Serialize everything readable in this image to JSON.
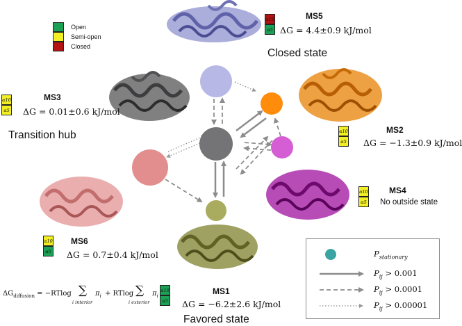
{
  "colors": {
    "open": "#1aa155",
    "semi_open": "#f2ef25",
    "closed": "#b31212",
    "ms5": "#b7b8e6",
    "ms3": "#747476",
    "ms2": "#ff8c0a",
    "ms4": "#d55ed4",
    "ms6": "#e38e8e",
    "ms1": "#a9ab5f",
    "stationary_marker": "#3aa4a2",
    "arrow": "#8c8c8c"
  },
  "openness_legend": {
    "items": [
      {
        "label": "Open",
        "color": "#1aa155"
      },
      {
        "label": "Semi-open",
        "color": "#f2ef25"
      },
      {
        "label": "Closed",
        "color": "#b31212"
      }
    ]
  },
  "helix_labels": {
    "a10": "α10",
    "a5": "α5"
  },
  "states": {
    "ms5": {
      "name": "MS5",
      "energy": "ΔG = 4.4±0.9 kJ/mol",
      "caption": "Closed state",
      "a10_color": "#b31212",
      "a5_color": "#1aa155",
      "protein_color": "#8f92cf"
    },
    "ms3": {
      "name": "MS3",
      "energy": "ΔG = 0.01±0.6 kJ/mol",
      "caption": "Transition hub",
      "a10_color": "#f2ef25",
      "a5_color": "#f2ef25",
      "protein_color": "#606062"
    },
    "ms2": {
      "name": "MS2",
      "energy": "ΔG = −1.3±0.9 kJ/mol",
      "a10_color": "#f2ef25",
      "a5_color": "#f2ef25",
      "protein_color": "#e88a14"
    },
    "ms4": {
      "name": "MS4",
      "caption": "No outside state",
      "a10_color": "#f2ef25",
      "a5_color": "#f2ef25",
      "protein_color": "#a51fa5"
    },
    "ms6": {
      "name": "MS6",
      "energy": "ΔG = 0.7±0.4 kJ/mol",
      "a10_color": "#f2ef25",
      "a5_color": "#1aa155",
      "protein_color": "#e6a0a0"
    },
    "ms1": {
      "name": "MS1",
      "energy": "ΔG = −6.2±2.6 kJ/mol",
      "caption": "Favored state",
      "a10_color": "#1aa155",
      "a5_color": "#1aa155",
      "protein_color": "#8e9048"
    }
  },
  "formula": {
    "lhs": "ΔG",
    "lhs_sub": "diffusion",
    "part1": " = −RTlog",
    "sum_symbol": "∑",
    "pi": "π",
    "pi_sub": "i",
    "part2": "+ RTlog",
    "sum1_sub": "i interior",
    "sum2_sub": "i exterior",
    "a10_color": "#1aa155",
    "a5_color": "#1aa155"
  },
  "transition_legend": {
    "stationary_label": "P",
    "stationary_sub": "stationary",
    "items": [
      {
        "p": "P",
        "sub": "ij",
        "cmp": " > 0.001",
        "style": "solid"
      },
      {
        "p": "P",
        "sub": "ij",
        "cmp": " > 0.0001",
        "style": "dashed"
      },
      {
        "p": "P",
        "sub": "ij",
        "cmp": " > 0.00001",
        "style": "dotted"
      }
    ]
  }
}
